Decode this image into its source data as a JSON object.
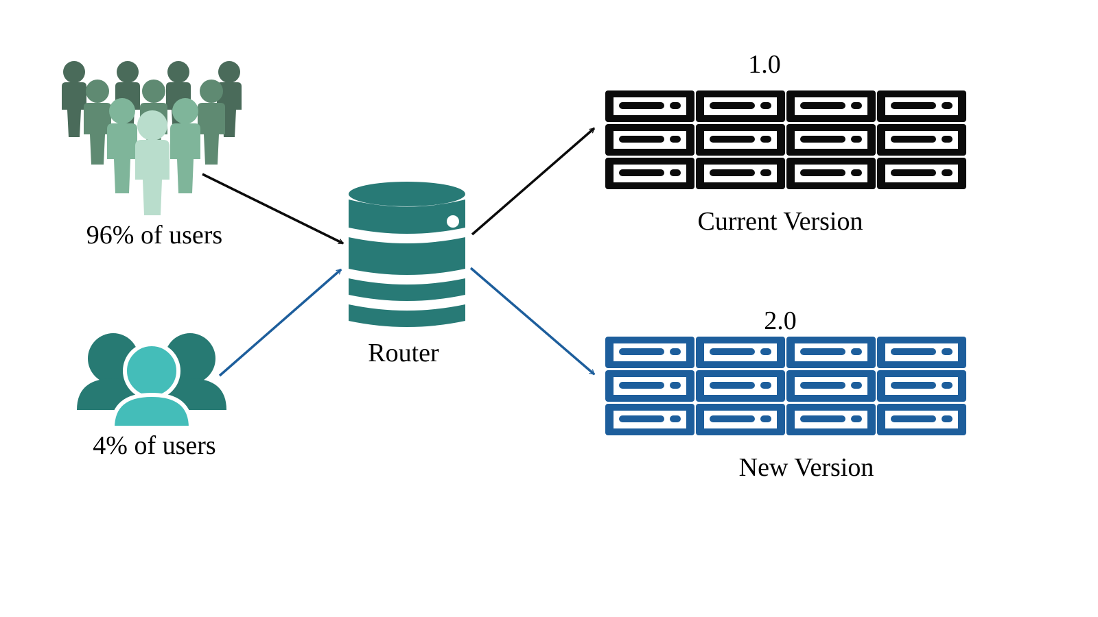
{
  "groups": {
    "majority": {
      "label": "96% of users",
      "icon": "crowd-icon",
      "share_percent": 96
    },
    "minority": {
      "label": "4% of users",
      "icon": "small-group-icon",
      "share_percent": 4
    }
  },
  "router": {
    "label": "Router",
    "icon": "database-router-icon"
  },
  "targets": {
    "current": {
      "version": "1.0",
      "label": "Current Version",
      "icon": "server-rack-icon"
    },
    "new": {
      "version": "2.0",
      "label": "New Version",
      "icon": "server-rack-icon"
    }
  },
  "colors": {
    "crowd_back": "#4a6b5a",
    "crowd_mid": "#5f8a72",
    "crowd_front": "#7fb59a",
    "crowd_center": "#b9ddcc",
    "minority_dark": "#277a73",
    "minority_light": "#44bdb9",
    "router": "#287a76",
    "current_server": "#0b0b0b",
    "new_server": "#1d5e9c",
    "arrow_current": "#0b0b0b",
    "arrow_new": "#1d5e9c"
  }
}
